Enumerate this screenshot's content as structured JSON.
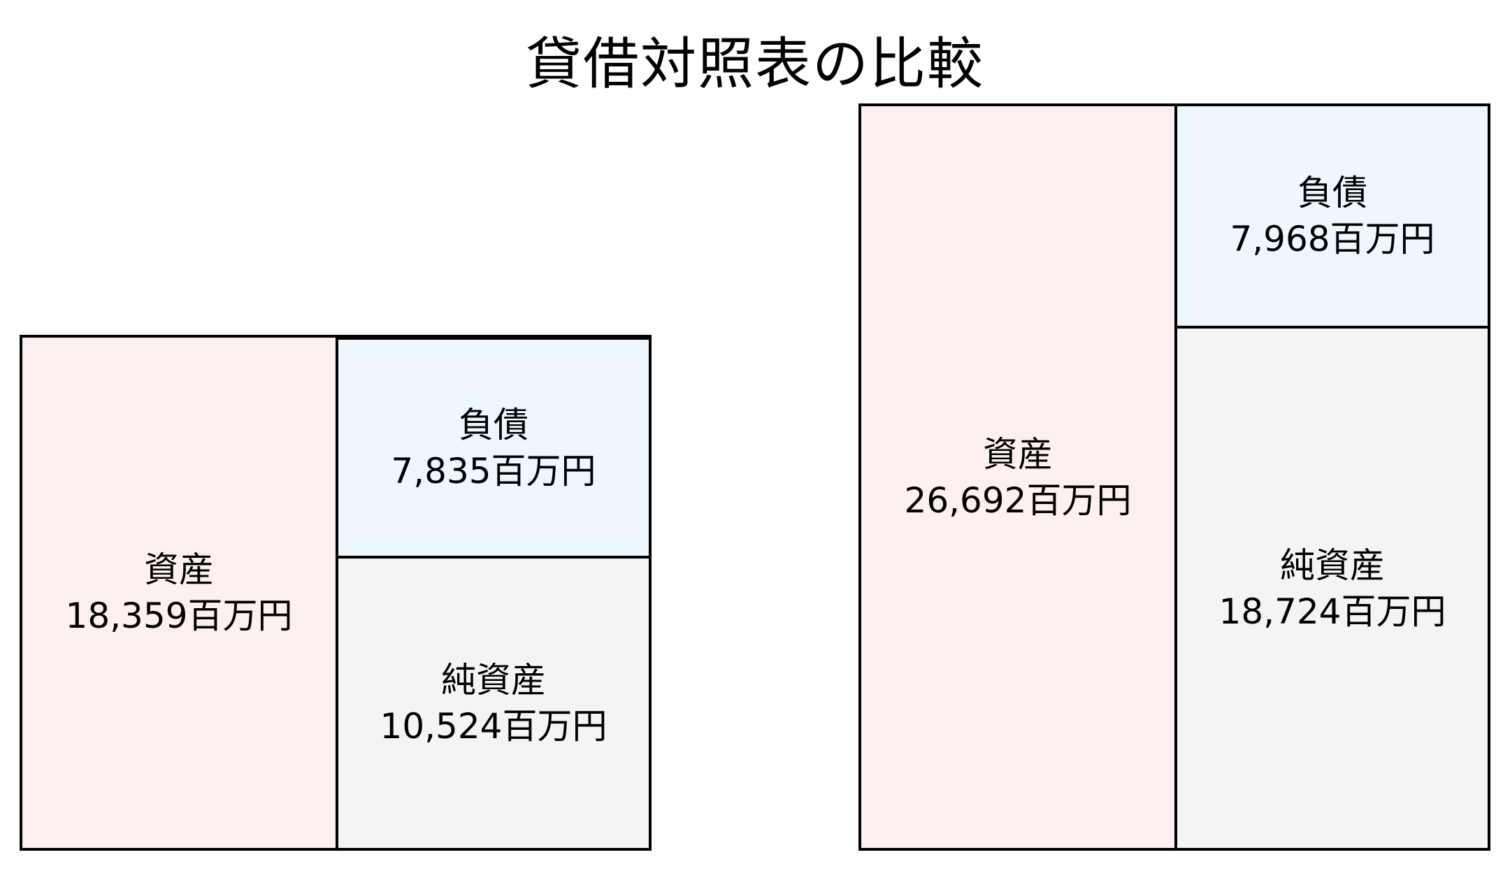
{
  "title": "貸借対照表の比較",
  "colors": {
    "assets": "#fdf0f0",
    "liabilities": "#eef6fe",
    "net_assets": "#f4f4f4",
    "border": "#000000"
  },
  "balance_sheets": [
    {
      "position": "left",
      "assets": {
        "label": "資産",
        "value": "18,359百万円",
        "amount": 18359
      },
      "liabilities": {
        "label": "負債",
        "value": "7,835百万円",
        "amount": 7835
      },
      "net_assets": {
        "label": "純資産",
        "value": "10,524百万円",
        "amount": 10524
      }
    },
    {
      "position": "right",
      "assets": {
        "label": "資産",
        "value": "26,692百万円",
        "amount": 26692
      },
      "liabilities": {
        "label": "負債",
        "value": "7,968百万円",
        "amount": 7968
      },
      "net_assets": {
        "label": "純資産",
        "value": "18,724百万円",
        "amount": 18724
      }
    }
  ],
  "unit": "百万円"
}
